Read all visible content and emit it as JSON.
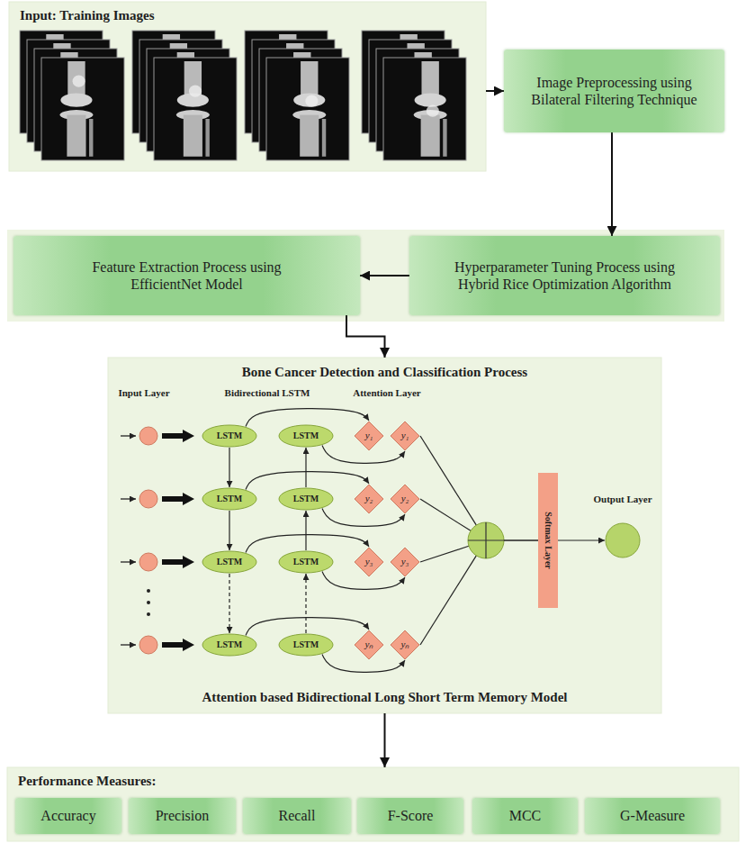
{
  "diagram": {
    "nodes": [
      {
        "text": [
          "Input: Training Images"
        ]
      },
      {
        "text": [
          "Image Preprocessing using Bilateral Filtering Technique"
        ]
      },
      {
        "text": [
          "Feature Extraction Process using EfficientNet Model"
        ]
      },
      {
        "text": [
          "Hyperparameter Tuning Process using Hybrid Rice Optimization Algorithm"
        ]
      },
      {
        "text": [
          "Bone Cancer Detection and Classification Process",
          "Attention based Bidirectional Long Short Term Memory Model"
        ]
      },
      {
        "text": [
          "LSTM"
        ],
        "in": 4
      },
      {
        "text": [
          "LSTM"
        ],
        "in": 4
      },
      {
        "text": [
          "y₁"
        ],
        "in": 4
      },
      {
        "text": [
          "y₁"
        ],
        "in": 4
      },
      {
        "text": [
          "LSTM"
        ],
        "in": 4
      },
      {
        "text": [
          "LSTM"
        ],
        "in": 4
      },
      {
        "text": [
          "y₂"
        ],
        "in": 4
      },
      {
        "text": [
          "y₂"
        ],
        "in": 4
      },
      {
        "text": [
          "LSTM"
        ],
        "in": 4
      },
      {
        "text": [
          "LSTM"
        ],
        "in": 4
      },
      {
        "text": [
          "y₃"
        ],
        "in": 4
      },
      {
        "text": [
          "y₃"
        ],
        "in": 4
      },
      {
        "text": [
          "LSTM"
        ],
        "in": 4
      },
      {
        "text": [
          "LSTM"
        ],
        "in": 4
      },
      {
        "text": [
          "yₙ"
        ],
        "in": 4
      },
      {
        "text": [
          "yₙ"
        ],
        "in": 4
      },
      {
        "text": [
          "Softmax Layer"
        ],
        "in": 4
      },
      {
        "text": [
          "Output Layer"
        ],
        "in": 4
      },
      {
        "text": [
          "Performance Measures:"
        ]
      },
      {
        "text": [
          "Accuracy"
        ],
        "in": 23
      },
      {
        "text": [
          "Precision"
        ],
        "in": 23
      },
      {
        "text": [
          "Recall"
        ],
        "in": 23
      },
      {
        "text": [
          "F-Score"
        ],
        "in": 23
      },
      {
        "text": [
          "MCC"
        ],
        "in": 23
      },
      {
        "text": [
          "G-Measure"
        ],
        "in": 23
      }
    ],
    "edges": [
      {
        "from": 0,
        "to": 1,
        "arrow": "to"
      },
      {
        "from": 1,
        "to": 3,
        "arrow": "to"
      },
      {
        "from": 3,
        "to": 2,
        "arrow": "to"
      },
      {
        "from": 2,
        "to": 4,
        "arrow": "to"
      },
      {
        "from": 4,
        "to": 23,
        "arrow": "to"
      },
      {
        "from": 5,
        "to": 9,
        "arrow": "to"
      },
      {
        "from": 9,
        "to": 13,
        "arrow": "to"
      },
      {
        "from": 13,
        "to": 17,
        "arrow": "to"
      },
      {
        "from": 18,
        "to": 14,
        "arrow": "to"
      },
      {
        "from": 14,
        "to": 10,
        "arrow": "to"
      },
      {
        "from": 10,
        "to": 6,
        "arrow": "to"
      },
      {
        "from": 5,
        "to": 7,
        "arrow": "to"
      },
      {
        "from": 6,
        "to": 8,
        "arrow": "to"
      },
      {
        "from": 9,
        "to": 11,
        "arrow": "to"
      },
      {
        "from": 10,
        "to": 12,
        "arrow": "to"
      },
      {
        "from": 13,
        "to": 15,
        "arrow": "to"
      },
      {
        "from": 14,
        "to": 16,
        "arrow": "to"
      },
      {
        "from": 17,
        "to": 19,
        "arrow": "to"
      },
      {
        "from": 18,
        "to": 20,
        "arrow": "to"
      },
      {
        "from": 21,
        "to": 22,
        "arrow": "to"
      }
    ],
    "labels": [
      "Input Layer",
      "Bidirectional LSTM",
      "Attention Layer"
    ]
  }
}
